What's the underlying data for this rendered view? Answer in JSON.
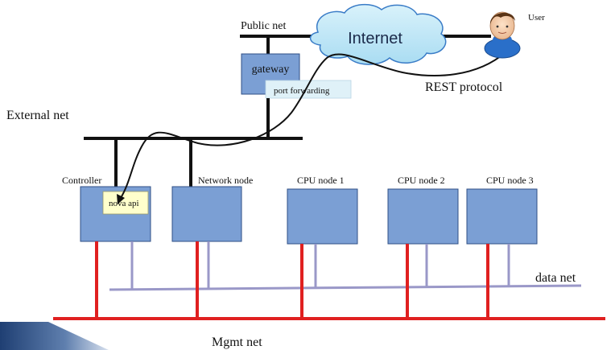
{
  "networks": {
    "public": "Public net",
    "external": "External net",
    "data": "data net",
    "mgmt": "Mgmt net"
  },
  "internet": "Internet",
  "user": "User",
  "rest": "REST protocol",
  "gateway": {
    "label": "gateway",
    "port_forwarding": "port forwarding"
  },
  "nodes": {
    "controller": "Controller",
    "nova_api": "nova api",
    "network": "Network node",
    "cpu1": "CPU node 1",
    "cpu2": "CPU node 2",
    "cpu3": "CPU node 3"
  },
  "colors": {
    "node_fill": "#7b9fd4",
    "node_border": "#2f4f86",
    "mgmt": "#e02020",
    "data": "#9a98c8",
    "cloud": "#bfe6f7",
    "api_box": "#ffffcc"
  }
}
